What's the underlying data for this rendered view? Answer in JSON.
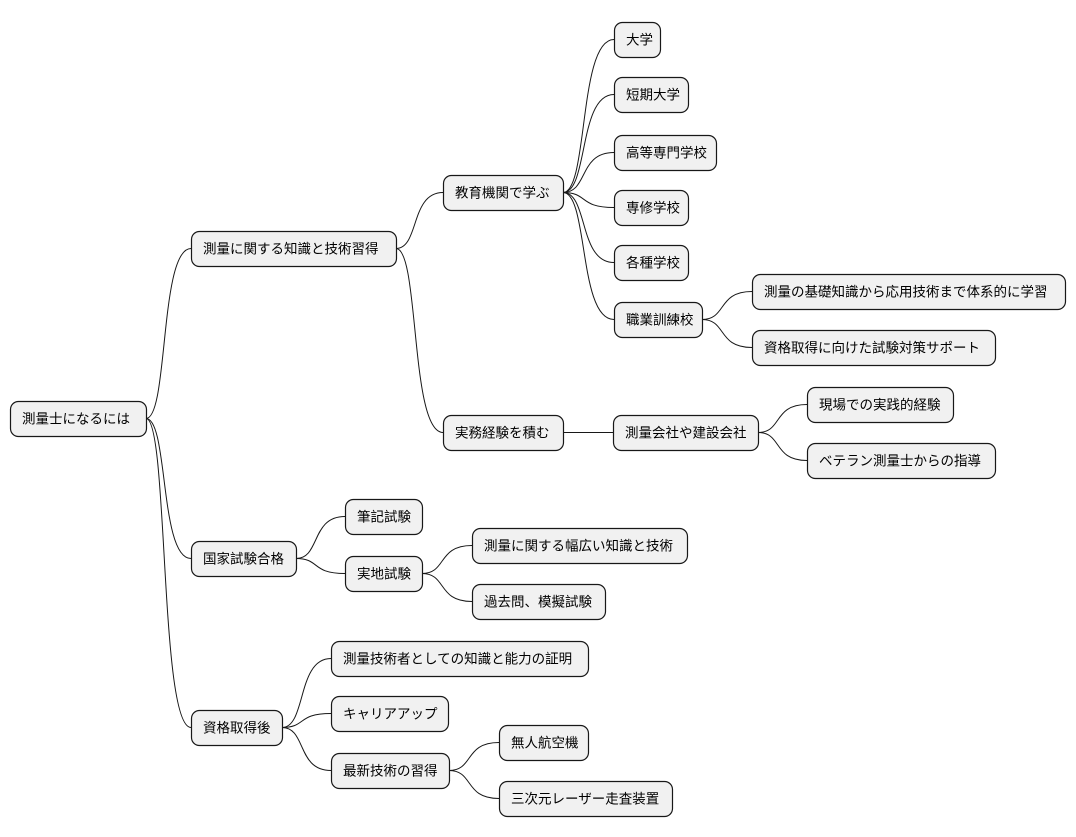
{
  "mindmap": {
    "root": {
      "id": "root",
      "label": "測量士になるには",
      "children": [
        {
          "id": "n1",
          "label": "測量に関する知識と技術習得",
          "children": [
            {
              "id": "n1a",
              "label": "教育機関で学ぶ",
              "children": [
                {
                  "id": "n1a1",
                  "label": "大学"
                },
                {
                  "id": "n1a2",
                  "label": "短期大学"
                },
                {
                  "id": "n1a3",
                  "label": "高等専門学校"
                },
                {
                  "id": "n1a4",
                  "label": "専修学校"
                },
                {
                  "id": "n1a5",
                  "label": "各種学校"
                },
                {
                  "id": "n1a6",
                  "label": "職業訓練校",
                  "children": [
                    {
                      "id": "n1a6a",
                      "label": "測量の基礎知識から応用技術まで体系的に学習"
                    },
                    {
                      "id": "n1a6b",
                      "label": "資格取得に向けた試験対策サポート"
                    }
                  ]
                }
              ]
            },
            {
              "id": "n1b",
              "label": "実務経験を積む",
              "children": [
                {
                  "id": "n1b1",
                  "label": "測量会社や建設会社",
                  "children": [
                    {
                      "id": "n1b1a",
                      "label": "現場での実践的経験"
                    },
                    {
                      "id": "n1b1b",
                      "label": "ベテラン測量士からの指導"
                    }
                  ]
                }
              ]
            }
          ]
        },
        {
          "id": "n2",
          "label": "国家試験合格",
          "children": [
            {
              "id": "n2a",
              "label": "筆記試験"
            },
            {
              "id": "n2b",
              "label": "実地試験",
              "children": [
                {
                  "id": "n2b1",
                  "label": "測量に関する幅広い知識と技術"
                },
                {
                  "id": "n2b2",
                  "label": "過去問、模擬試験"
                }
              ]
            }
          ]
        },
        {
          "id": "n3",
          "label": "資格取得後",
          "children": [
            {
              "id": "n3a",
              "label": "測量技術者としての知識と能力の証明"
            },
            {
              "id": "n3b",
              "label": "キャリアアップ"
            },
            {
              "id": "n3c",
              "label": "最新技術の習得",
              "children": [
                {
                  "id": "n3c1",
                  "label": "無人航空機"
                },
                {
                  "id": "n3c2",
                  "label": "三次元レーザー走査装置"
                }
              ]
            }
          ]
        }
      ]
    },
    "colors": {
      "node_fill": "#f1f1f1",
      "node_stroke": "#181818",
      "edge": "#181818",
      "text": "#000000",
      "background": "#ffffff"
    }
  }
}
